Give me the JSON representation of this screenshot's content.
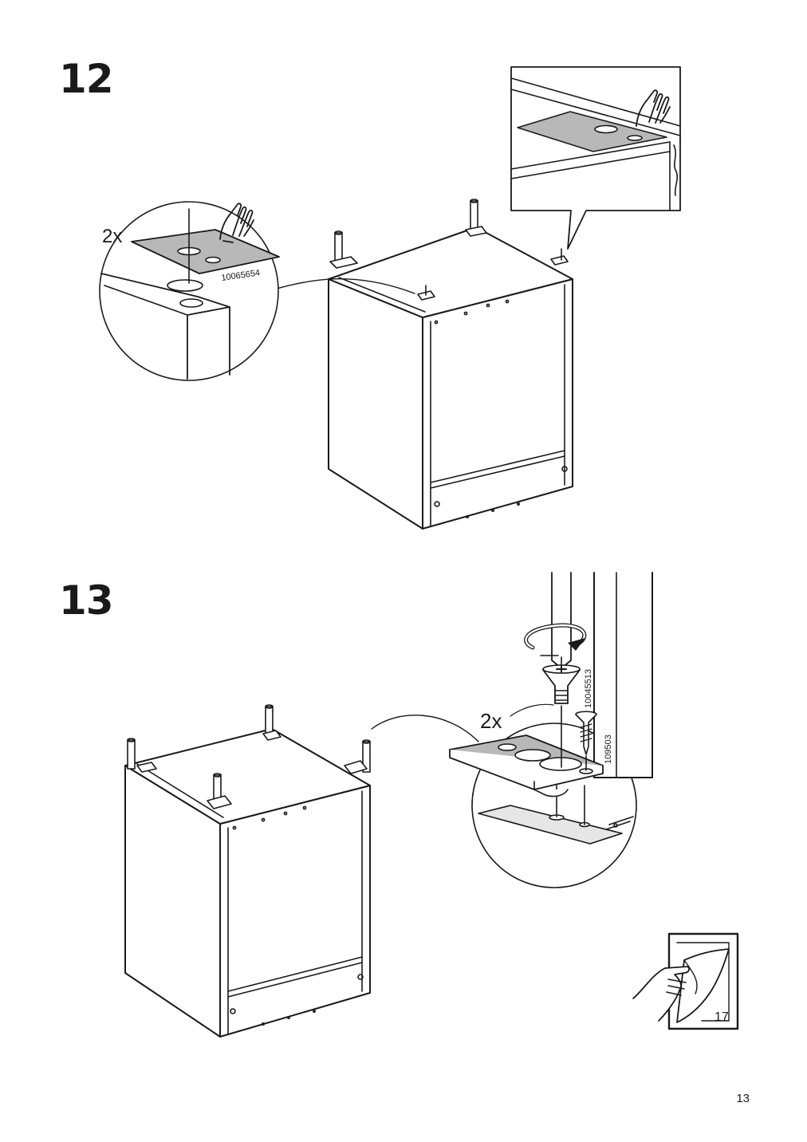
{
  "page": {
    "number": "13"
  },
  "steps": [
    {
      "number": "12",
      "quantity": "2x",
      "part_number": "10065654"
    },
    {
      "number": "13",
      "quantity": "2x",
      "part_numbers": [
        "10045513",
        "109503"
      ]
    }
  ],
  "see_page": {
    "number": "17"
  },
  "colors": {
    "line": "#1a1a1a",
    "fill_gray": "#b8b8b8",
    "light_gray": "#e6e6e6",
    "white": "#ffffff"
  },
  "icons": [
    "hand-press-icon",
    "screwdriver-rotate-icon",
    "screw-icon",
    "turn-page-icon"
  ]
}
